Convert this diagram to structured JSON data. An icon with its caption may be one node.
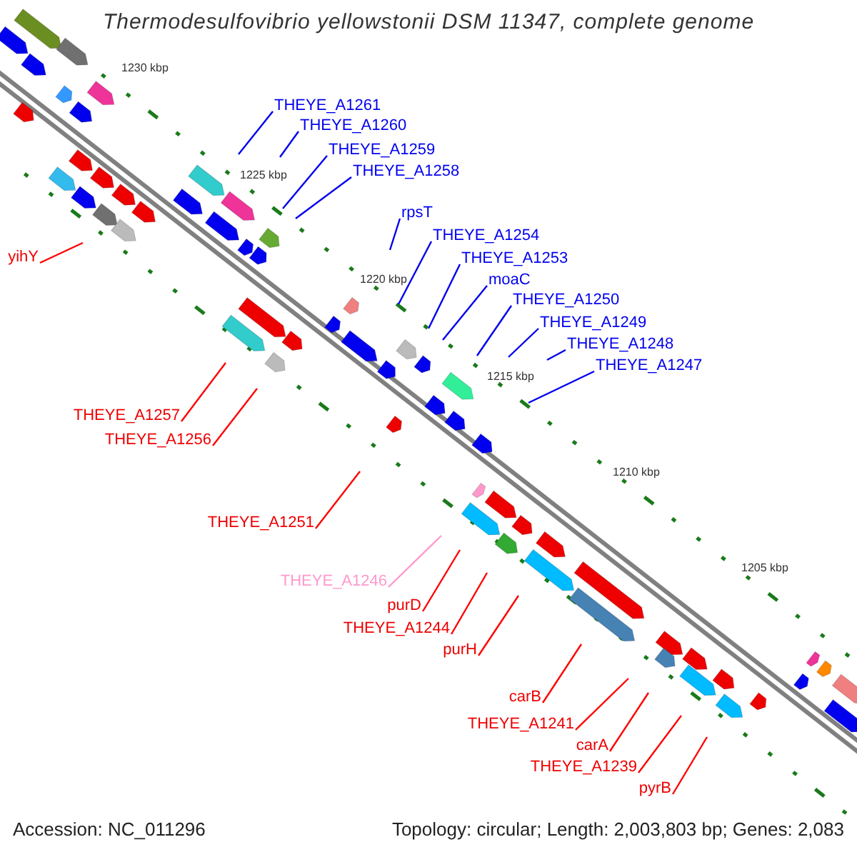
{
  "diagram": {
    "title": "Thermodesulfovibrio yellowstonii DSM 11347, complete genome",
    "nodes": [
      {
        "text": [
          "THEYE_A1261"
        ]
      },
      {
        "text": [
          "THEYE_A1260"
        ]
      },
      {
        "text": [
          "THEYE_A1259"
        ]
      },
      {
        "text": [
          "THEYE_A1258"
        ]
      },
      {
        "text": [
          "rpsT"
        ]
      },
      {
        "text": [
          "THEYE_A1254"
        ]
      },
      {
        "text": [
          "THEYE_A1253"
        ]
      },
      {
        "text": [
          "moaC"
        ]
      },
      {
        "text": [
          "THEYE_A1250"
        ]
      },
      {
        "text": [
          "THEYE_A1249"
        ]
      },
      {
        "text": [
          "THEYE_A1248"
        ]
      },
      {
        "text": [
          "THEYE_A1247"
        ]
      },
      {
        "text": [
          "yihY"
        ]
      },
      {
        "text": [
          "THEYE_A1257"
        ]
      },
      {
        "text": [
          "THEYE_A1256"
        ]
      },
      {
        "text": [
          "THEYE_A1251"
        ]
      },
      {
        "text": [
          "THEYE_A1246"
        ]
      },
      {
        "text": [
          "purD"
        ]
      },
      {
        "text": [
          "THEYE_A1244"
        ]
      },
      {
        "text": [
          "purH"
        ]
      },
      {
        "text": [
          "carB"
        ]
      },
      {
        "text": [
          "THEYE_A1241"
        ]
      },
      {
        "text": [
          "carA"
        ]
      },
      {
        "text": [
          "THEYE_A1239"
        ]
      },
      {
        "text": [
          "pyrB"
        ]
      }
    ],
    "edges": [
      {
        "from": 0,
        "to": null,
        "arrow": "none"
      },
      {
        "from": 1,
        "to": null,
        "arrow": "none"
      },
      {
        "from": 2,
        "to": null,
        "arrow": "none"
      },
      {
        "from": 3,
        "to": null,
        "arrow": "none"
      },
      {
        "from": 4,
        "to": null,
        "arrow": "none"
      },
      {
        "from": 5,
        "to": null,
        "arrow": "none"
      },
      {
        "from": 6,
        "to": null,
        "arrow": "none"
      },
      {
        "from": 7,
        "to": null,
        "arrow": "none"
      },
      {
        "from": 8,
        "to": null,
        "arrow": "none"
      },
      {
        "from": 9,
        "to": null,
        "arrow": "none"
      },
      {
        "from": 10,
        "to": null,
        "arrow": "none"
      },
      {
        "from": 11,
        "to": null,
        "arrow": "none"
      },
      {
        "from": 12,
        "to": null,
        "arrow": "none",
        "color": "#ff0000"
      },
      {
        "from": 13,
        "to": null,
        "arrow": "none",
        "color": "#ff0000"
      },
      {
        "from": 14,
        "to": null,
        "arrow": "none",
        "color": "#ff0000"
      },
      {
        "from": 15,
        "to": null,
        "arrow": "none",
        "color": "#ff0000"
      },
      {
        "from": 16,
        "to": null,
        "arrow": "none",
        "color": "#ff99cc"
      },
      {
        "from": 17,
        "to": null,
        "arrow": "none",
        "color": "#ff0000"
      },
      {
        "from": 18,
        "to": null,
        "arrow": "none",
        "color": "#ff0000"
      },
      {
        "from": 19,
        "to": null,
        "arrow": "none",
        "color": "#ff0000"
      },
      {
        "from": 20,
        "to": null,
        "arrow": "none",
        "color": "#ff0000"
      },
      {
        "from": 21,
        "to": null,
        "arrow": "none",
        "color": "#ff0000"
      },
      {
        "from": 22,
        "to": null,
        "arrow": "none",
        "color": "#ff0000"
      },
      {
        "from": 23,
        "to": null,
        "arrow": "none",
        "color": "#ff0000"
      },
      {
        "from": 24,
        "to": null,
        "arrow": "none",
        "color": "#ff0000"
      }
    ],
    "labels": [
      "1230 kbp",
      "1225 kbp",
      "1220 kbp",
      "1215 kbp",
      "1210 kbp",
      "1205 kbp",
      "Accession: NC_011296",
      "Topology: circular; Length: 2,003,803 bp; Genes: 2,083"
    ]
  }
}
